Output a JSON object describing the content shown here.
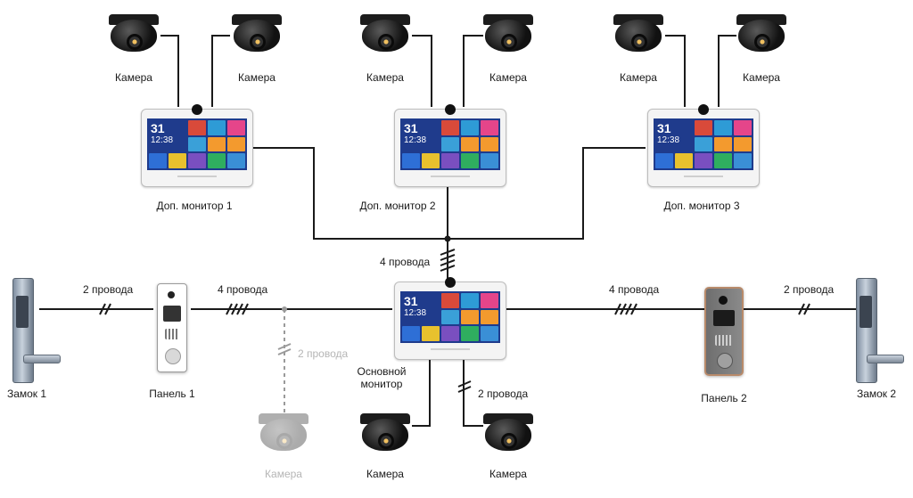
{
  "cameras": {
    "label": "Камера",
    "faded_label": "Камера"
  },
  "monitors": {
    "extra_1": "Доп. монитор 1",
    "extra_2": "Доп. монитор 2",
    "extra_3": "Доп. монитор 3",
    "main": "Основной монитор"
  },
  "screen": {
    "date": "31",
    "time": "12:38"
  },
  "panels": {
    "panel_1": "Панель 1",
    "panel_2": "Панель 2"
  },
  "locks": {
    "lock_1": "Замок 1",
    "lock_2": "Замок 2"
  },
  "wires": {
    "two_wires": "2 провода",
    "four_wires": "4 провода"
  },
  "colors": {
    "wire": "#1a1a1a",
    "wire_faded": "#9a9a9a",
    "screen_bg": "#1f3b8c",
    "tiles": [
      "#d94a3a",
      "#2e9bd6",
      "#e5458a",
      "#3aa0d8",
      "#f39a2e",
      "#f39a2e",
      "#7a4fc0",
      "#2fae5f",
      "#2e6fd6",
      "#e8c12e",
      "#56b85a",
      "#3a8fd6"
    ]
  },
  "icons": [
    "dome-camera",
    "monitor",
    "call-panel",
    "door-lock",
    "wire-bundle-slash"
  ]
}
